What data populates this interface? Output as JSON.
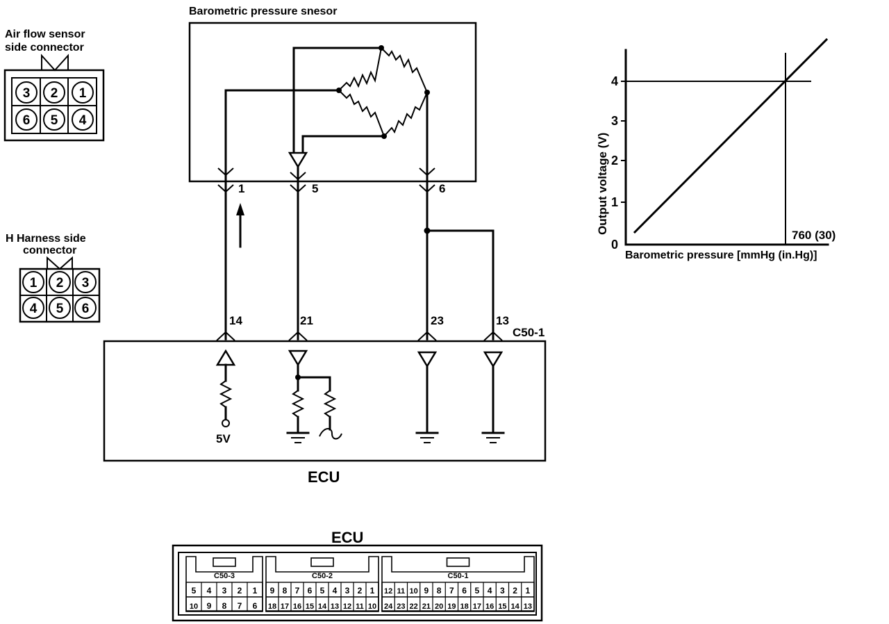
{
  "sensor": {
    "title": "Barometric pressure snesor",
    "pins": [
      "1",
      "5",
      "6"
    ]
  },
  "airflow_connector": {
    "label_line1": "Air flow sensor",
    "label_line2": "side connector",
    "pins_top": [
      "3",
      "2",
      "1"
    ],
    "pins_bottom": [
      "6",
      "5",
      "4"
    ]
  },
  "harness_connector": {
    "label_line1": "H Harness side",
    "label_line2": "connector",
    "pins_top": [
      "1",
      "2",
      "3"
    ],
    "pins_bottom": [
      "4",
      "5",
      "6"
    ]
  },
  "ecu": {
    "label": "ECU",
    "connector_id": "C50-1",
    "pins": [
      "14",
      "21",
      "23",
      "13"
    ],
    "supply_label": "5V"
  },
  "graph": {
    "ylabel": "Output voltage (V)",
    "xlabel": "Barometric pressure [mmHg (in.Hg)]",
    "yticks": [
      "0",
      "1",
      "2",
      "3",
      "4"
    ],
    "marker_label": "760 (30)"
  },
  "ecu_connector_view": {
    "title": "ECU",
    "blocks": [
      {
        "name": "C50-3",
        "row1": [
          "5",
          "4",
          "3",
          "2",
          "1"
        ],
        "row2": [
          "10",
          "9",
          "8",
          "7",
          "6"
        ]
      },
      {
        "name": "C50-2",
        "row1": [
          "9",
          "8",
          "7",
          "6",
          "5",
          "4",
          "3",
          "2",
          "1"
        ],
        "row2": [
          "18",
          "17",
          "16",
          "15",
          "14",
          "13",
          "12",
          "11",
          "10"
        ]
      },
      {
        "name": "C50-1",
        "row1": [
          "12",
          "11",
          "10",
          "9",
          "8",
          "7",
          "6",
          "5",
          "4",
          "3",
          "2",
          "1"
        ],
        "row2": [
          "24",
          "23",
          "22",
          "21",
          "20",
          "19",
          "18",
          "17",
          "16",
          "15",
          "14",
          "13"
        ]
      }
    ]
  }
}
